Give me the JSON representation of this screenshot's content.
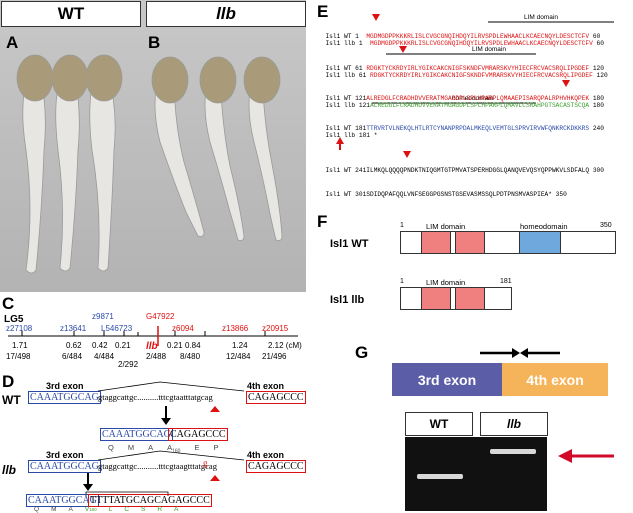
{
  "panels": {
    "a": "A",
    "b": "B",
    "c": "C",
    "d": "D",
    "e": "E",
    "f": "F",
    "g": "G"
  },
  "header": {
    "wt": "WT",
    "llb": "llb"
  },
  "map": {
    "lg": "LG5",
    "blue_markers": [
      "z27108",
      "z13641",
      "z9871",
      "L546723"
    ],
    "red_markers": [
      "G47922",
      "z6094",
      "z13866",
      "z20915"
    ],
    "gene": "llb",
    "distances": [
      "1.71",
      "0.62",
      "0.42",
      "0.21",
      "0.21",
      "0.84",
      "1.24",
      "2.12 (cM)"
    ],
    "ratios": [
      "17/498",
      "6/484",
      "4/484",
      "2/488",
      "8/480",
      "12/484",
      "21/496"
    ],
    "ratio_extra": "2/292"
  },
  "exon_d": {
    "wt_label": "WT",
    "llb_label": "llb",
    "exon3": "3rd exon",
    "exon4": "4th exon",
    "wt_ex3_seq": "CAAATGGCAG",
    "wt_intron": "gtaggcattgc..........tttcgtaatttatgcag",
    "wt_ex4_seq": "CAGAGCCC",
    "wt_splice": "CAAATGGCAG",
    "wt_splice2": "CAGAGCCC",
    "wt_aa": [
      "Q",
      "M",
      "A",
      "A",
      "160",
      "E",
      "P"
    ],
    "llb_intron": "gtaggcattgc..........tttcgtaagtttatgcag",
    "llb_mut_base": "g",
    "llb_splice": "CAAATGGCAG",
    "llb_splice2": "TTTTATGCAGCAGAGCCC",
    "llb_aa_black": [
      "Q",
      "M",
      "A"
    ],
    "llb_aa_green": [
      "V",
      "160",
      "L",
      "C",
      "S",
      "R",
      "A"
    ]
  },
  "align": {
    "rows": [
      {
        "name": "Isl1 WT",
        "start": "1",
        "seq": "MGDMGDPPKKKRLISLCVGCGNQIHDQYILRVSPDLEWHAACLKCAECNQYLDESCTCFV",
        "end": "60"
      },
      {
        "name": "Isl1 llb",
        "start": "1",
        "seq": "MGDMGDPPKKKRLISLCVGCGNQIHDQYILRVSPDLEWHAACLKCAECNQYLDESCTCFV",
        "end": "60"
      },
      {
        "name": "Isl1 WT",
        "start": "61",
        "seq": "RDGKTYCKRDYIRLYGIKCAKCNIGFSKNDFVMRARSKVYHIECFRCVACSRQLIPGDEF",
        "end": "120"
      },
      {
        "name": "Isl1 llb",
        "start": "61",
        "seq": "RDGKTYCKRDYIRLYGIKCAKCNIGFSKNDFVMRARSKVYHIECFRCVACSRQLIPGDEF",
        "end": "120"
      },
      {
        "name": "Isl1 WT",
        "start": "121",
        "seq": "ALREDGLFCRADHDVVERATMGAGDPLSPLHPARPLQMAAEPISARQPALRPHVHKQPEK",
        "end": "180"
      },
      {
        "name": "Isl1 llb",
        "start": "121",
        "seq": "ALREDGLFCRADHDVVERATMGAGDPLSPLHPARPLQMAVLCSRAHPGTSACASTSCQA",
        "end": "180"
      },
      {
        "name": "Isl1 WT",
        "start": "181",
        "seq": "TTRVRTVLNEKQLHTLRTCYNANPRPDALMKEQLVEMTGLSPRVIRVWFQNKRCKDKKRS",
        "end": "240"
      },
      {
        "name": "Isl1 llb",
        "start": "181",
        "seq": "*",
        "end": ""
      },
      {
        "name": "Isl1 WT",
        "start": "241",
        "seq": "ILMKQLQQQQPNDKTNIQGMTGTPMVATSPERHDGGLQANQVEVQSYQPPWKVLSDFALQ",
        "end": "300"
      },
      {
        "name": "Isl1 WT",
        "start": "301",
        "seq": "SDIDQPAFQQLVNFSEGGPGSNSTGSEVASMSSQLPDTPNSMVASPIEA*",
        "end": "350"
      }
    ],
    "lim_label": "LIM domain",
    "homeodomain_label": "homeodomain"
  },
  "domains_f": {
    "wt_label": "Isl1 WT",
    "llb_label": "Isl1 llb",
    "wt_start": "1",
    "wt_end": "350",
    "llb_start": "1",
    "llb_end": "181",
    "lim": "LIM domain",
    "homeo": "homeodomain"
  },
  "gel": {
    "exon3": "3rd exon",
    "exon4": "4th exon",
    "lane_wt": "WT",
    "lane_llb": "llb"
  },
  "colors": {
    "lim": "#f08080",
    "homeo": "#6fa8dc",
    "exon3": "#5b5ea6",
    "exon4": "#f6b45a",
    "arrow": "#d10a2a"
  }
}
